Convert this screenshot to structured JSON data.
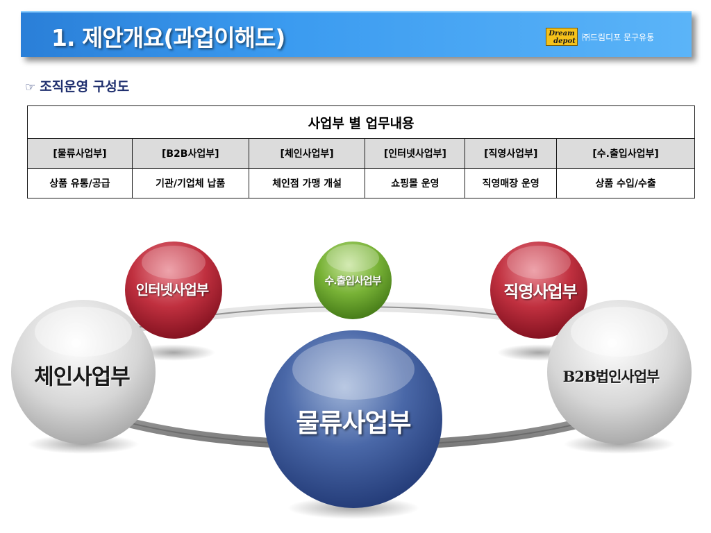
{
  "header": {
    "title": "1. 제안개요(과업이해도)",
    "logo_line1": "Dream",
    "logo_line2": "depot",
    "company": "㈜드림디포 문구유통"
  },
  "section": {
    "bullet": "☞",
    "title": "조직운영 구성도"
  },
  "table": {
    "title": "사업부 별 업무내용",
    "columns": [
      "[물류사업부]",
      "[B2B사업부]",
      "[체인사업부]",
      "[인터넷사업부]",
      "[직영사업부]",
      "[수.출입사업부]"
    ],
    "duties": [
      "상품 유통/공급",
      "기관/기업체 납품",
      "체인점 가맹 개설",
      "쇼핑몰 운영",
      "직영매장 운영",
      "상품 수입/수출"
    ]
  },
  "diagram": {
    "center": "물류사업부",
    "left": "체인사업부",
    "right": "B2B법인사업부",
    "top_left": "인터넷사업부",
    "top_center": "수.출입사업부",
    "top_right": "직영사업부",
    "colors": {
      "blue": "#3a5a9a",
      "red": "#b8283a",
      "green": "#6aa62a",
      "silver": "#c8c8c8"
    }
  }
}
